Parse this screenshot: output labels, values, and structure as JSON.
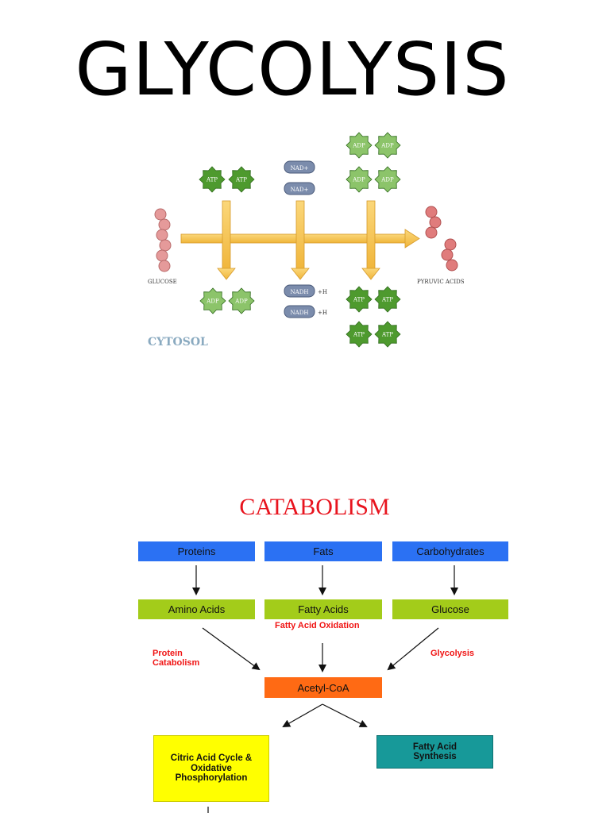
{
  "title": "GLYCOLYSIS",
  "glycolysis_figure": {
    "glucose_label": "GLUCOSE",
    "pyruvic_label": "PYRUVIC ACIDS",
    "region_label": "CYTOSOL",
    "atp": "ATP",
    "adp": "ADP",
    "nad_plus": "NAD+",
    "nadh": "NADH",
    "plus_h": "+H",
    "colors": {
      "arrow": "#f5c24b",
      "molecule": "#5fa83a",
      "sugar": "#e59a9a",
      "nad": "#7b8cac"
    }
  },
  "catabolism": {
    "title": "CATABOLISM",
    "sources": [
      "Proteins",
      "Fats",
      "Carbohydrates"
    ],
    "products": [
      "Amino Acids",
      "Fatty Acids",
      "Glucose"
    ],
    "pathways": {
      "protein": "Protein Catabolism",
      "fatty_acid": "Fatty Acid Oxidation",
      "glycolysis": "Glycolysis"
    },
    "hub": "Acetyl-CoA",
    "outcomes": {
      "citric": "Citric Acid Cycle & Oxidative Phosphorylation",
      "synthesis": "Fatty Acid Synthesis"
    }
  }
}
